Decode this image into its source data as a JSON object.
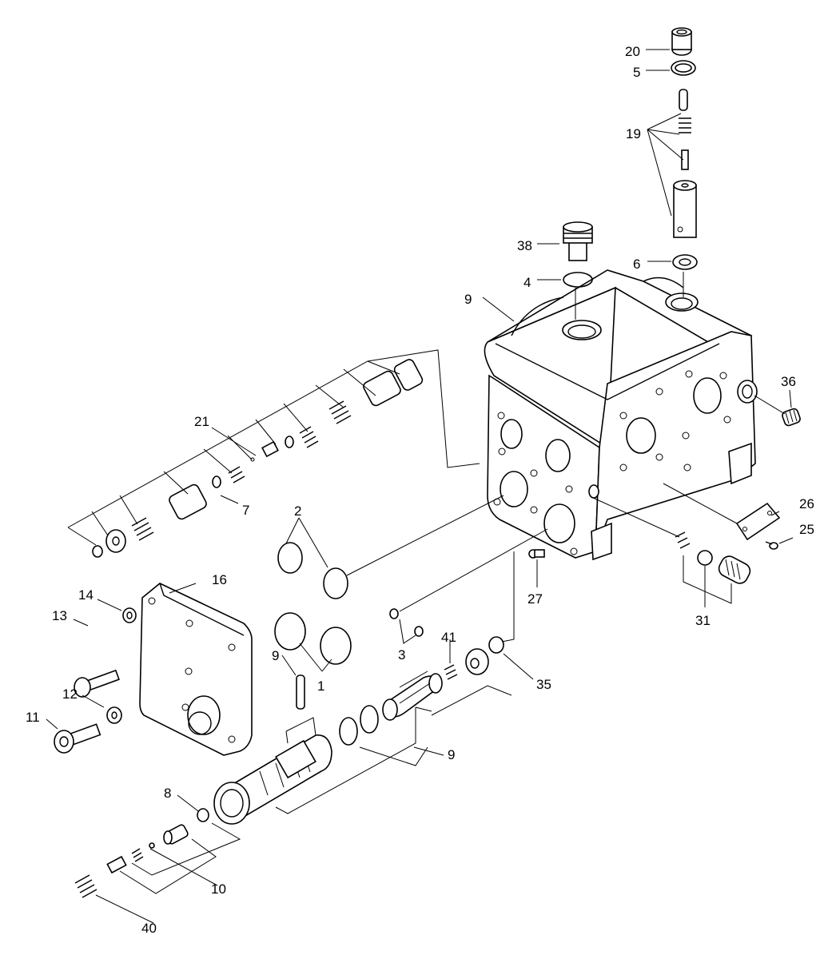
{
  "callouts": [
    {
      "id": "20",
      "text": "20"
    },
    {
      "id": "5",
      "text": "5"
    },
    {
      "id": "19",
      "text": "19"
    },
    {
      "id": "38",
      "text": "38"
    },
    {
      "id": "6",
      "text": "6"
    },
    {
      "id": "4",
      "text": "4"
    },
    {
      "id": "9a",
      "text": "9"
    },
    {
      "id": "36",
      "text": "36"
    },
    {
      "id": "21",
      "text": "21"
    },
    {
      "id": "7",
      "text": "7"
    },
    {
      "id": "2",
      "text": "2"
    },
    {
      "id": "26",
      "text": "26"
    },
    {
      "id": "25",
      "text": "25"
    },
    {
      "id": "16",
      "text": "16"
    },
    {
      "id": "14",
      "text": "14"
    },
    {
      "id": "13",
      "text": "13"
    },
    {
      "id": "27",
      "text": "27"
    },
    {
      "id": "31",
      "text": "31"
    },
    {
      "id": "3",
      "text": "3"
    },
    {
      "id": "41",
      "text": "41"
    },
    {
      "id": "9b",
      "text": "9"
    },
    {
      "id": "1",
      "text": "1"
    },
    {
      "id": "35",
      "text": "35"
    },
    {
      "id": "12",
      "text": "12"
    },
    {
      "id": "11",
      "text": "11"
    },
    {
      "id": "9c",
      "text": "9"
    },
    {
      "id": "8",
      "text": "8"
    },
    {
      "id": "10",
      "text": "10"
    },
    {
      "id": "40",
      "text": "40"
    }
  ]
}
